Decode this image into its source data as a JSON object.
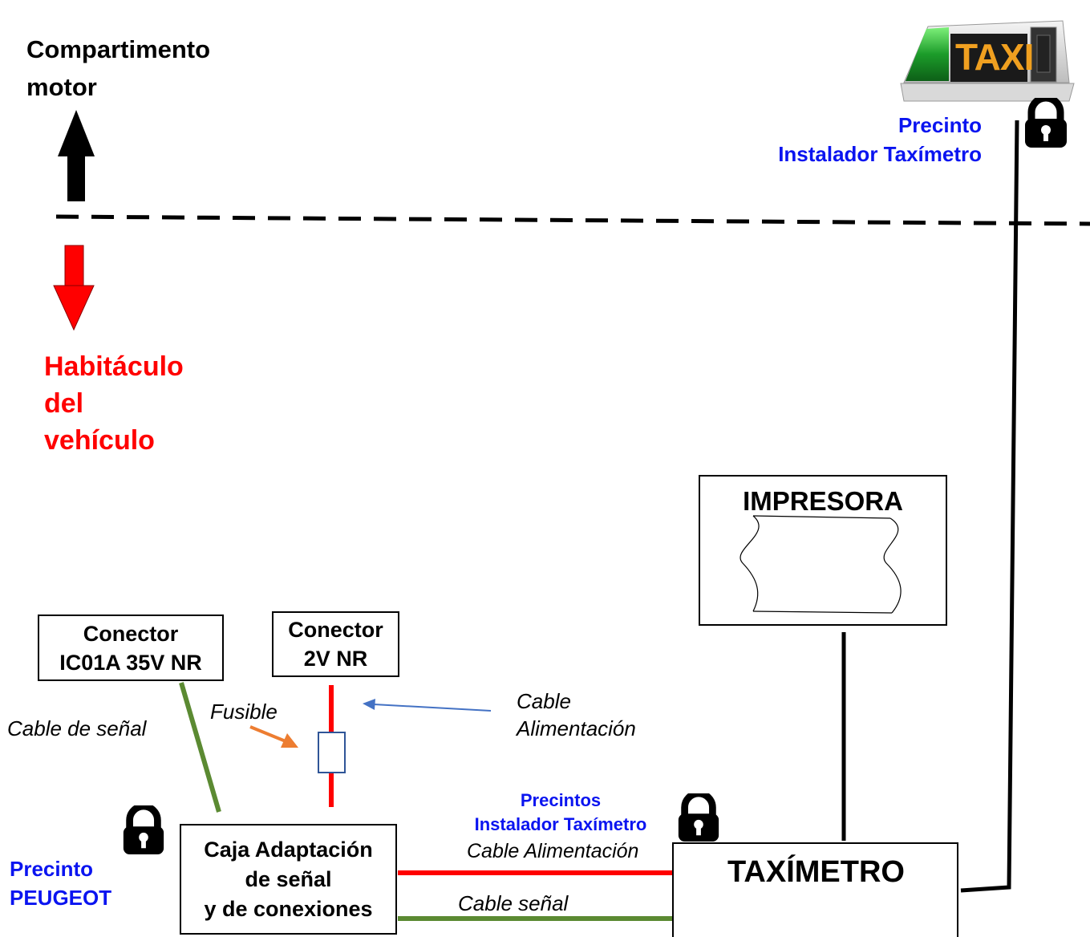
{
  "zones": {
    "engine_label_line1": "Compartimento",
    "engine_label_line2": "motor",
    "cabin_label_line1": "Habitáculo",
    "cabin_label_line2": "del",
    "cabin_label_line3": "vehículo"
  },
  "taxi_sign": {
    "text": "TAXI",
    "seal_label_line1": "Precinto",
    "seal_label_line2": "Instalador Taxímetro"
  },
  "printer": {
    "title": "IMPRESORA"
  },
  "connector_ic01a": {
    "line1": "Conector",
    "line2": "IC01A 35V NR"
  },
  "connector_2v": {
    "line1": "Conector",
    "line2": "2V NR"
  },
  "adapter_box": {
    "line1": "Caja Adaptación",
    "line2": "de señal",
    "line3": "y de conexiones"
  },
  "taximeter": {
    "title": "TAXÍMETRO"
  },
  "labels": {
    "signal_cable": "Cable de señal",
    "fuse": "Fusible",
    "power_cable_line1": "Cable",
    "power_cable_line2": "Alimentación",
    "installer_seals_line1": "Precintos",
    "installer_seals_line2": "Instalador Taxímetro",
    "power_cable_bottom": "Cable Alimentación",
    "signal_cable_bottom": "Cable señal",
    "peugeot_seal_line1": "Precinto",
    "peugeot_seal_line2": "PEUGEOT"
  },
  "colors": {
    "power_wire": "#ff0000",
    "signal_wire": "#5b8a32",
    "seal_label": "#0a14f0",
    "cabin_label": "#ff0000",
    "fuse_arrow": "#ed7d31",
    "power_arrow": "#4472c4"
  },
  "icons": [
    "arrow-up-icon",
    "arrow-down-icon",
    "padlock-icon",
    "taxi-sign-icon",
    "paper-icon"
  ]
}
